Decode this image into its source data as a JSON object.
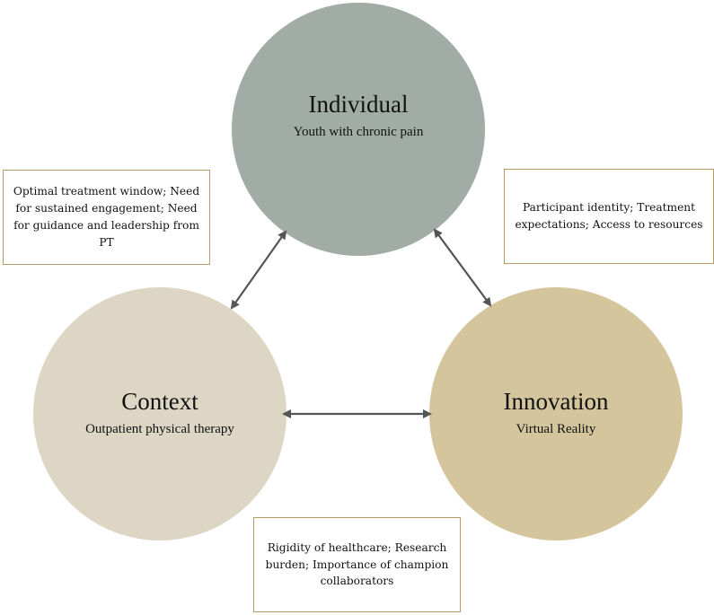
{
  "nodes": {
    "individual": {
      "title": "Individual",
      "subtitle": "Youth with chronic pain",
      "color": "#a2aca6"
    },
    "context": {
      "title": "Context",
      "subtitle": "Outpatient physical therapy",
      "color": "#ddd6c4"
    },
    "innovation": {
      "title": "Innovation",
      "subtitle": "Virtual Reality",
      "color": "#d4c59c"
    }
  },
  "boxes": {
    "individual_context": "Optimal treatment window; Need for sustained engagement; Need for guidance and leadership from PT",
    "individual_innovation": "Participant identity; Treatment expectations; Access to resources",
    "context_innovation": "Rigidity of healthcare; Research burden; Importance of champion collaborators"
  },
  "colors": {
    "box_border": "#b89a64",
    "arrow": "#555555"
  }
}
